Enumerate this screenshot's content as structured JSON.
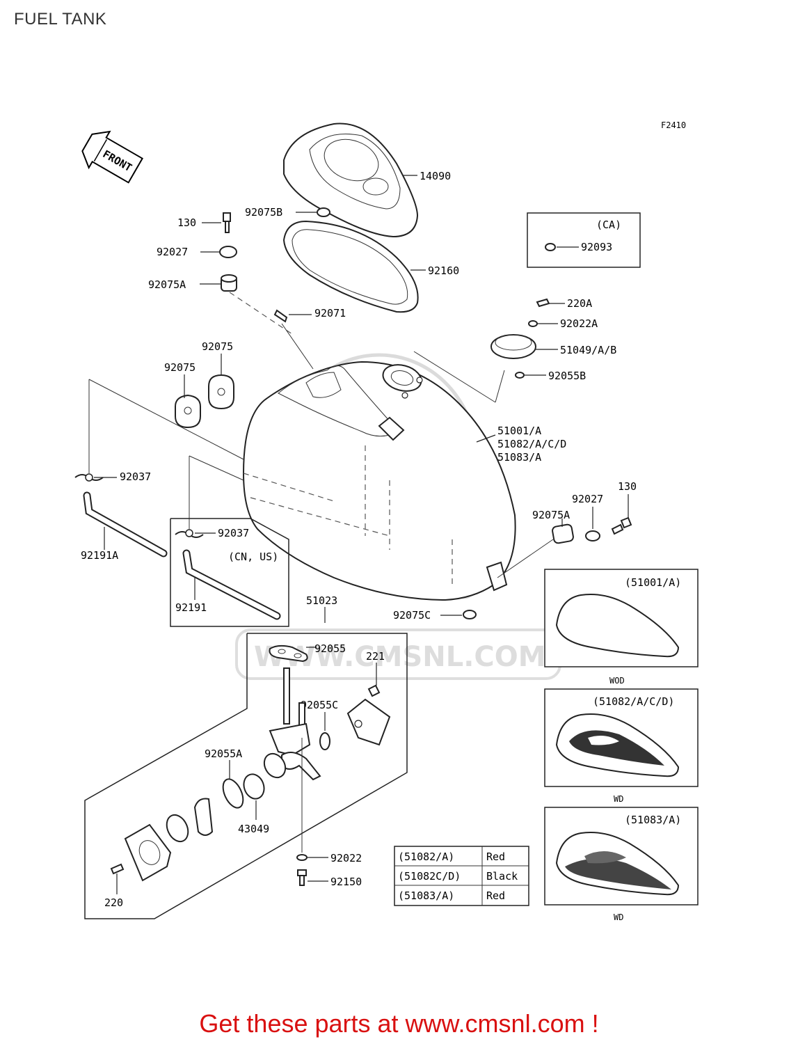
{
  "page": {
    "title": "FUEL TANK"
  },
  "figure_code": "F2410",
  "front_arrow": "FRONT",
  "watermark": "WWW.CMSNL.COM",
  "labels": {
    "p14090": "14090",
    "p92075B": "92075B",
    "p130a": "130",
    "p92027a": "92027",
    "p92160": "92160",
    "p92075Aa": "92075A",
    "p92071": "92071",
    "p220A": "220A",
    "p92022A": "92022A",
    "p51049": "51049/A/B",
    "p92055B": "92055B",
    "p92075a": "92075",
    "p92075b": "92075",
    "p51001": "51001/A",
    "p51082": "51082/A/C/D",
    "p51083": "51083/A",
    "p92037a": "92037",
    "p92037b": "92037",
    "pCNUS": "(CN, US)",
    "p92191A": "92191A",
    "p92191": "92191",
    "p130b": "130",
    "p92027b": "92027",
    "p92075Ab": "92075A",
    "p92075C": "92075C",
    "p51023": "51023",
    "p92055": "92055",
    "p221": "221",
    "p92055C": "92055C",
    "p92055A": "92055A",
    "p43049": "43049",
    "p92022": "92022",
    "p92150": "92150",
    "p220": "220"
  },
  "ca_box": {
    "title": "(CA)",
    "part": "92093"
  },
  "variants": [
    {
      "title": "(51001/A)",
      "caption": "WOD"
    },
    {
      "title": "(51082/A/C/D)",
      "caption": "WD"
    },
    {
      "title": "(51083/A)",
      "caption": "WD"
    }
  ],
  "color_table": [
    {
      "part": "(51082/A)",
      "color": "Red"
    },
    {
      "part": "(51082C/D)",
      "color": "Black"
    },
    {
      "part": "(51083/A)",
      "color": "Red"
    }
  ],
  "footer": "Get these parts at www.cmsnl.com !"
}
